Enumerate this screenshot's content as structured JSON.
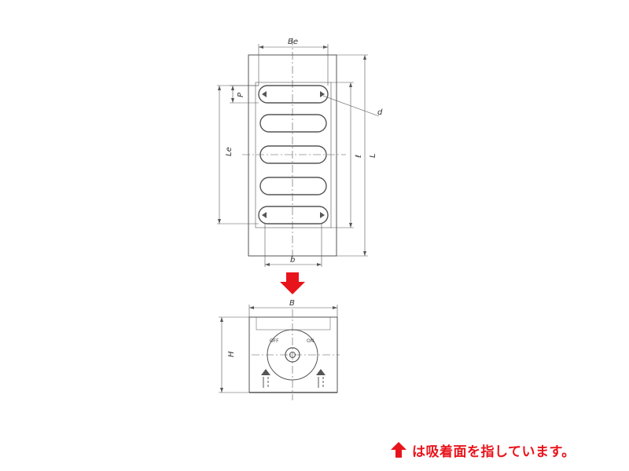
{
  "labels": {
    "be": "Be",
    "p": "P",
    "d": "d",
    "le": "Le",
    "l_small": "ℓ",
    "l_big": "L",
    "b_small": "b",
    "b_big": "B",
    "h": "H",
    "off": "OFF",
    "on": "ON"
  },
  "caption": "は吸着面を指しています。",
  "colors": {
    "accent": "#e8141b",
    "line": "#555555"
  }
}
